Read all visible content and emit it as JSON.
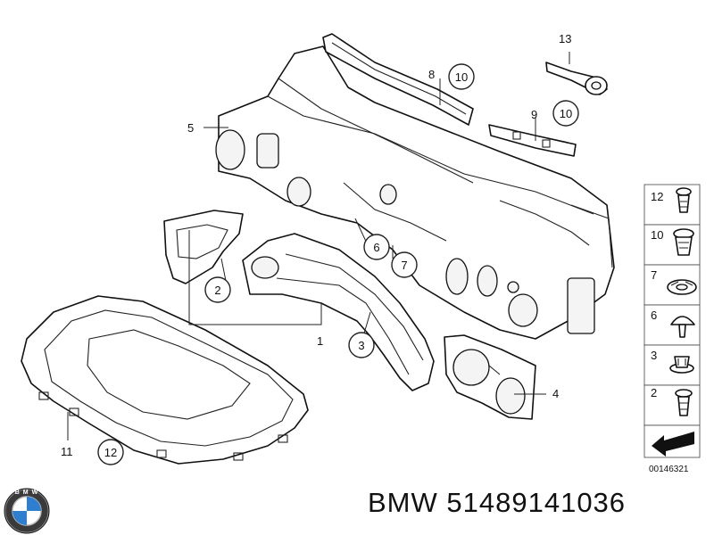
{
  "callouts": {
    "c1": "1",
    "c2": "2",
    "c3": "3",
    "c4": "4",
    "c5": "5",
    "c6": "6",
    "c7": "7",
    "c8": "8",
    "c9": "9",
    "c10a": "10",
    "c10b": "10",
    "c11": "11",
    "c12": "12",
    "c13": "13"
  },
  "legend": {
    "items": [
      "12",
      "10",
      "7",
      "6",
      "3",
      "2"
    ]
  },
  "diagram_code": "00146321",
  "logo": {
    "brand": "BMW",
    "letters": "B M W"
  },
  "caption": {
    "brand": "BMW",
    "part_number": "51489141036"
  }
}
